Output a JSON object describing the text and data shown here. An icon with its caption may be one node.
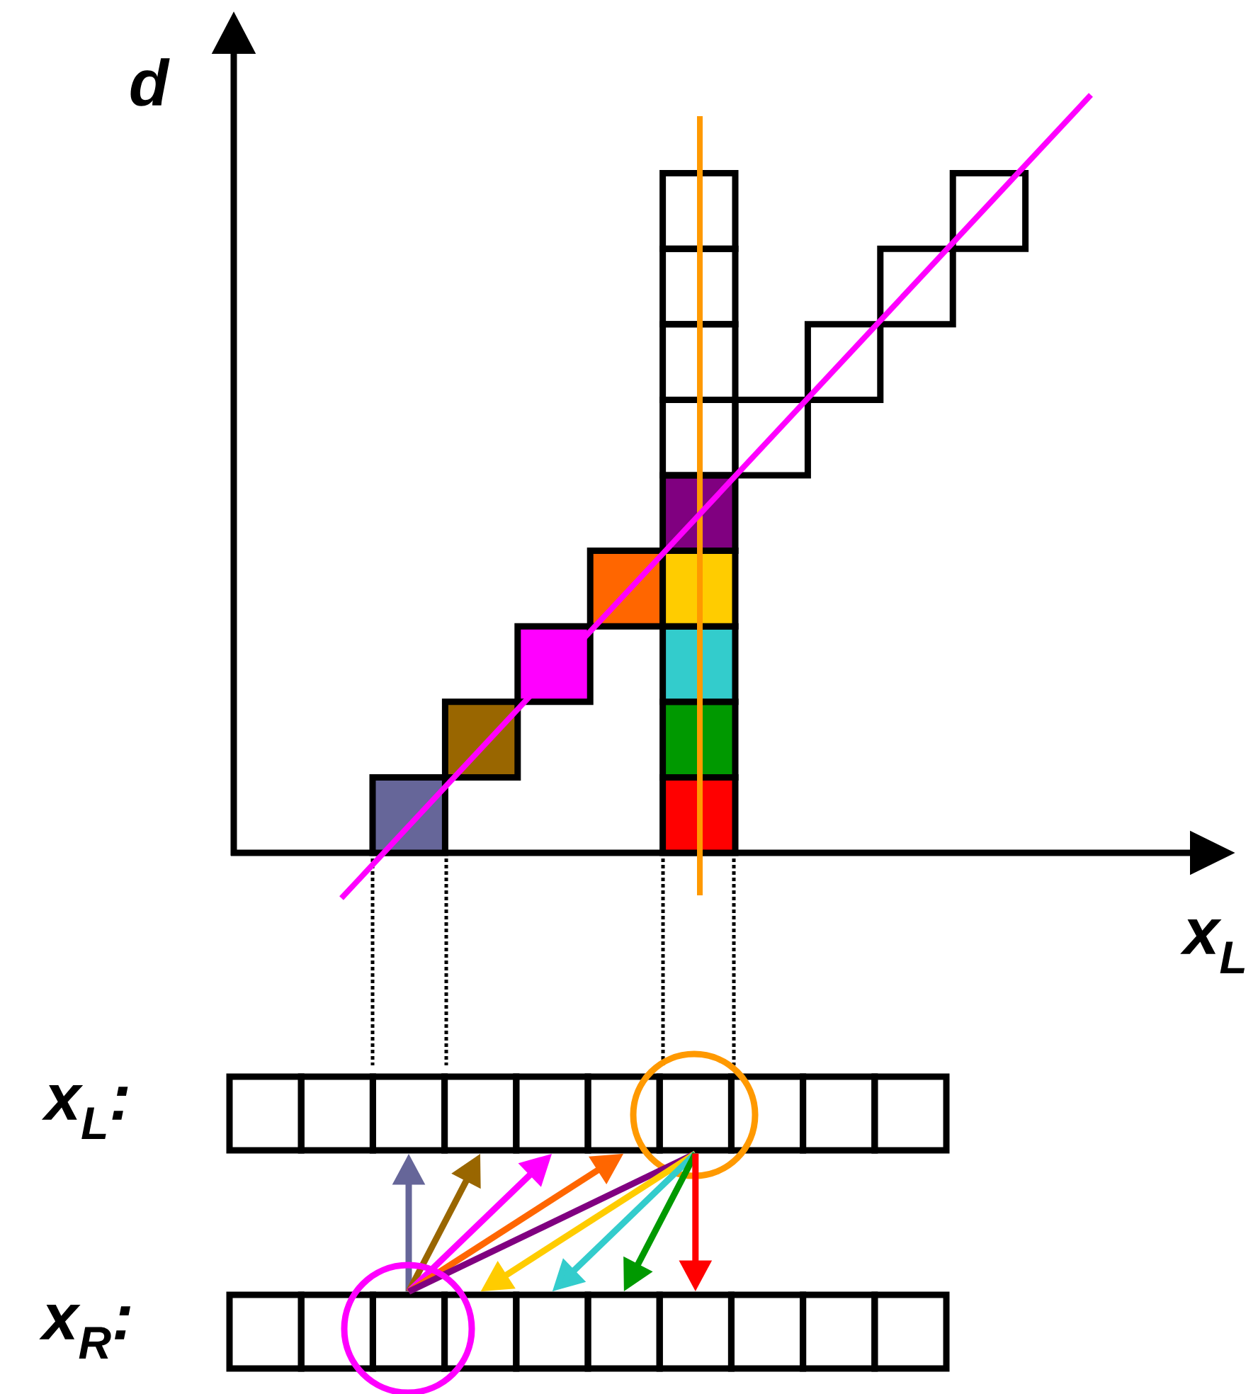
{
  "diagram": {
    "nodes": [
      {
        "text": [],
        "shape": "box"
      },
      {
        "text": [],
        "shape": "box"
      },
      {
        "text": [],
        "shape": "box"
      },
      {
        "text": [],
        "shape": "box"
      },
      {
        "text": [],
        "shape": "box"
      },
      {
        "text": [],
        "shape": "box"
      },
      {
        "text": [],
        "shape": "box"
      },
      {
        "text": [],
        "shape": "box"
      },
      {
        "text": [],
        "shape": "box"
      },
      {
        "text": [],
        "shape": "box"
      },
      {
        "text": [],
        "shape": "box"
      },
      {
        "text": [],
        "shape": "box"
      },
      {
        "text": [],
        "shape": "box"
      },
      {
        "text": [],
        "shape": "box"
      },
      {
        "text": [],
        "shape": "box"
      },
      {
        "text": [],
        "shape": "box"
      },
      {
        "text": [],
        "shape": "box"
      },
      {
        "text": [],
        "shape": "box"
      },
      {
        "text": [],
        "shape": "box"
      },
      {
        "text": [],
        "shape": "box"
      }
    ],
    "edges": [
      {
        "from": 12,
        "to": 2,
        "arrow": "to",
        "color": "#666699"
      },
      {
        "from": 12,
        "to": 3,
        "arrow": "to",
        "color": "#996600"
      },
      {
        "from": 12,
        "to": 4,
        "arrow": "to",
        "color": "#ff00ff"
      },
      {
        "from": 12,
        "to": 5,
        "arrow": "to",
        "color": "#ff6600"
      },
      {
        "from": 12,
        "to": 6,
        "arrow": "none",
        "color": "#800080"
      },
      {
        "from": 6,
        "to": 13,
        "arrow": "to",
        "color": "#ffcc00"
      },
      {
        "from": 6,
        "to": 14,
        "arrow": "to",
        "color": "#33cccc"
      },
      {
        "from": 6,
        "to": 15,
        "arrow": "to",
        "color": "#009900"
      },
      {
        "from": 6,
        "to": 16,
        "arrow": "to",
        "color": "#ff0000"
      }
    ],
    "labels": [
      "d",
      "x$_{L}$",
      "x$_{L}$:",
      "x$_{R}$:"
    ]
  }
}
